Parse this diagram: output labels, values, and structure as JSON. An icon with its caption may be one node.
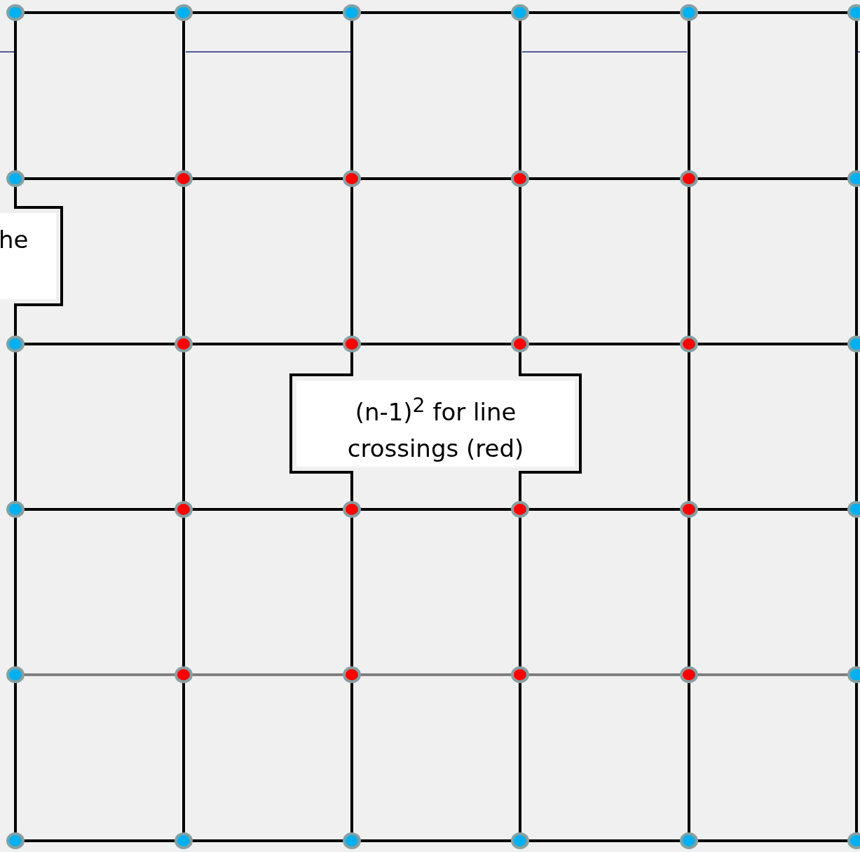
{
  "diagram": {
    "nodes": [
      {
        "text": [],
        "shape": "circle"
      },
      {
        "text": [],
        "shape": "circle"
      },
      {
        "text": [],
        "shape": "circle"
      },
      {
        "text": [],
        "shape": "circle"
      },
      {
        "text": [],
        "shape": "circle"
      },
      {
        "text": [],
        "shape": "circle"
      },
      {
        "text": [],
        "shape": "circle"
      },
      {
        "text": [],
        "shape": "circle"
      },
      {
        "text": [],
        "shape": "circle"
      },
      {
        "text": [],
        "shape": "circle"
      },
      {
        "text": [],
        "shape": "circle"
      },
      {
        "text": [],
        "shape": "circle"
      },
      {
        "text": [],
        "shape": "circle"
      },
      {
        "text": [],
        "shape": "circle"
      },
      {
        "text": [],
        "shape": "circle"
      },
      {
        "text": [],
        "shape": "circle"
      },
      {
        "text": [],
        "shape": "circle"
      },
      {
        "text": [],
        "shape": "circle"
      },
      {
        "text": [],
        "shape": "circle"
      },
      {
        "text": [],
        "shape": "circle"
      },
      {
        "text": [],
        "shape": "circle"
      },
      {
        "text": [],
        "shape": "circle"
      },
      {
        "text": [],
        "shape": "circle"
      },
      {
        "text": [],
        "shape": "circle"
      },
      {
        "text": [],
        "shape": "circle"
      },
      {
        "text": [],
        "shape": "circle"
      },
      {
        "text": [],
        "shape": "circle"
      },
      {
        "text": [],
        "shape": "circle"
      },
      {
        "text": [],
        "shape": "circle"
      },
      {
        "text": [],
        "shape": "circle"
      },
      {
        "text": [],
        "shape": "circle"
      },
      {
        "text": [],
        "shape": "circle"
      },
      {
        "text": [],
        "shape": "circle"
      },
      {
        "text": [],
        "shape": "circle"
      },
      {
        "text": [],
        "shape": "circle"
      },
      {
        "text": [],
        "shape": "circle"
      },
      {
        "text": [
          "he"
        ]
      },
      {
        "text": [
          "(n-1)$^{2}$ for line crossings (red)"
        ]
      }
    ],
    "edges": [
      {
        "from": 0,
        "to": 1,
        "arrow": "none"
      },
      {
        "from": 1,
        "to": 2,
        "arrow": "none"
      },
      {
        "from": 2,
        "to": 3,
        "arrow": "none"
      },
      {
        "from": 3,
        "to": 4,
        "arrow": "none"
      },
      {
        "from": 4,
        "to": 5,
        "arrow": "none"
      },
      {
        "from": 6,
        "to": 7,
        "arrow": "none"
      },
      {
        "from": 7,
        "to": 8,
        "arrow": "none"
      },
      {
        "from": 8,
        "to": 9,
        "arrow": "none"
      },
      {
        "from": 9,
        "to": 10,
        "arrow": "none"
      },
      {
        "from": 10,
        "to": 11,
        "arrow": "none"
      },
      {
        "from": 12,
        "to": 13,
        "arrow": "none"
      },
      {
        "from": 13,
        "to": 14,
        "arrow": "none"
      },
      {
        "from": 14,
        "to": 15,
        "arrow": "none"
      },
      {
        "from": 15,
        "to": 16,
        "arrow": "none"
      },
      {
        "from": 16,
        "to": 17,
        "arrow": "none"
      },
      {
        "from": 18,
        "to": 19,
        "arrow": "none"
      },
      {
        "from": 19,
        "to": 20,
        "arrow": "none"
      },
      {
        "from": 20,
        "to": 21,
        "arrow": "none"
      },
      {
        "from": 21,
        "to": 22,
        "arrow": "none"
      },
      {
        "from": 22,
        "to": 23,
        "arrow": "none"
      },
      {
        "from": 24,
        "to": 25,
        "arrow": "none",
        "color": "#808080"
      },
      {
        "from": 25,
        "to": 26,
        "arrow": "none",
        "color": "#808080"
      },
      {
        "from": 26,
        "to": 27,
        "arrow": "none",
        "color": "#808080"
      },
      {
        "from": 27,
        "to": 28,
        "arrow": "none",
        "color": "#808080"
      },
      {
        "from": 28,
        "to": 29,
        "arrow": "none",
        "color": "#808080"
      },
      {
        "from": 30,
        "to": 31,
        "arrow": "none"
      },
      {
        "from": 31,
        "to": 32,
        "arrow": "none"
      },
      {
        "from": 32,
        "to": 33,
        "arrow": "none"
      },
      {
        "from": 33,
        "to": 34,
        "arrow": "none"
      },
      {
        "from": 34,
        "to": 35,
        "arrow": "none"
      },
      {
        "from": 0,
        "to": 6,
        "arrow": "none"
      },
      {
        "from": 6,
        "to": 12,
        "arrow": "none"
      },
      {
        "from": 12,
        "to": 18,
        "arrow": "none"
      },
      {
        "from": 18,
        "to": 24,
        "arrow": "none"
      },
      {
        "from": 24,
        "to": 30,
        "arrow": "none"
      },
      {
        "from": 1,
        "to": 7,
        "arrow": "none"
      },
      {
        "from": 7,
        "to": 13,
        "arrow": "none"
      },
      {
        "from": 13,
        "to": 19,
        "arrow": "none"
      },
      {
        "from": 19,
        "to": 25,
        "arrow": "none"
      },
      {
        "from": 25,
        "to": 31,
        "arrow": "none"
      },
      {
        "from": 2,
        "to": 8,
        "arrow": "none"
      },
      {
        "from": 8,
        "to": 14,
        "arrow": "none"
      },
      {
        "from": 14,
        "to": 20,
        "arrow": "none"
      },
      {
        "from": 20,
        "to": 26,
        "arrow": "none"
      },
      {
        "from": 26,
        "to": 32,
        "arrow": "none"
      },
      {
        "from": 3,
        "to": 9,
        "arrow": "none"
      },
      {
        "from": 9,
        "to": 15,
        "arrow": "none"
      },
      {
        "from": 15,
        "to": 21,
        "arrow": "none"
      },
      {
        "from": 21,
        "to": 27,
        "arrow": "none"
      },
      {
        "from": 27,
        "to": 33,
        "arrow": "none"
      },
      {
        "from": 4,
        "to": 10,
        "arrow": "none"
      },
      {
        "from": 10,
        "to": 16,
        "arrow": "none"
      },
      {
        "from": 16,
        "to": 22,
        "arrow": "none"
      },
      {
        "from": 22,
        "to": 28,
        "arrow": "none"
      },
      {
        "from": 28,
        "to": 34,
        "arrow": "none"
      },
      {
        "from": 5,
        "to": 11,
        "arrow": "none"
      },
      {
        "from": 11,
        "to": 17,
        "arrow": "none"
      },
      {
        "from": 17,
        "to": 23,
        "arrow": "none"
      },
      {
        "from": 23,
        "to": 29,
        "arrow": "none"
      },
      {
        "from": 29,
        "to": 35,
        "arrow": "none"
      }
    ]
  }
}
